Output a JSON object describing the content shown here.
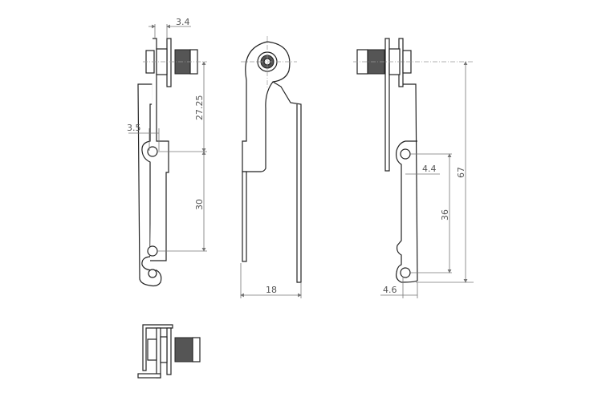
{
  "dimensions": {
    "top_plate_gap": "3.4",
    "pivot_to_top": "27.25",
    "hole_offset_left": "3.5",
    "hole_spacing_left": "30",
    "width_front": "18",
    "slot_offset": "4.4",
    "hole_spacing_right": "36",
    "overall_length": "67",
    "hole_offset_right": "4.6"
  }
}
